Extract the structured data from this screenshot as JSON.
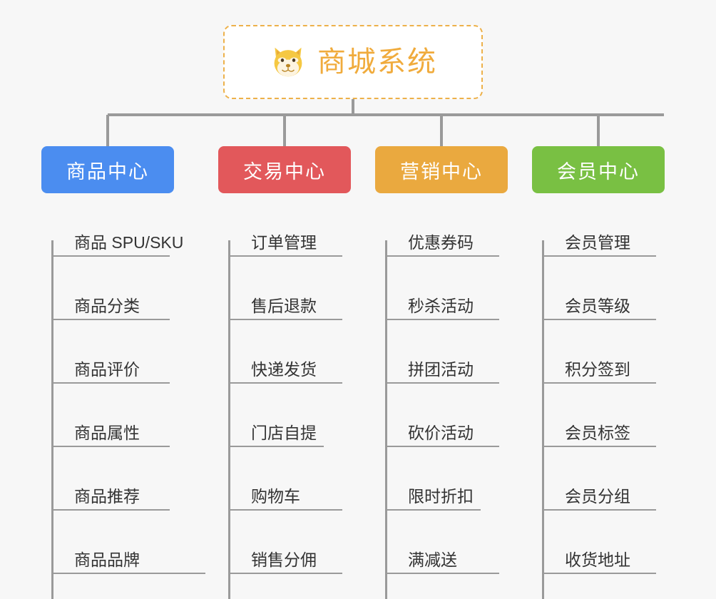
{
  "root": {
    "title": "商城系统",
    "icon": "shiba-dog-emoji",
    "border_color": "#edb14a",
    "text_color": "#f0ab3c"
  },
  "canvas": {
    "background": "#f7f7f7",
    "connector_color": "#9a9a9a"
  },
  "branches": [
    {
      "id": "product-center",
      "label": "商品中心",
      "color": "#4b8df0",
      "items": [
        "商品 SPU/SKU",
        "商品分类",
        "商品评价",
        "商品属性",
        "商品推荐",
        "商品品牌"
      ]
    },
    {
      "id": "trade-center",
      "label": "交易中心",
      "color": "#e2585b",
      "items": [
        "订单管理",
        "售后退款",
        "快递发货",
        "门店自提",
        "购物车",
        "销售分佣"
      ]
    },
    {
      "id": "marketing-center",
      "label": "营销中心",
      "color": "#eaa93f",
      "items": [
        "优惠券码",
        "秒杀活动",
        "拼团活动",
        "砍价活动",
        "限时折扣",
        "满减送"
      ]
    },
    {
      "id": "member-center",
      "label": "会员中心",
      "color": "#79c043",
      "items": [
        "会员管理",
        "会员等级",
        "积分签到",
        "会员标签",
        "会员分组",
        "收货地址"
      ]
    }
  ]
}
